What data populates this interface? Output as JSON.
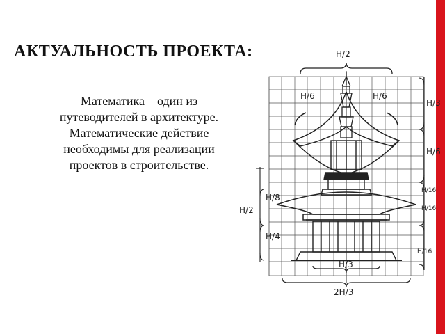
{
  "slide": {
    "title": "АКТУАЛЬНОСТЬ ПРОЕКТА:",
    "body_lines": [
      "Математика –  один из",
      "путеводителей в архитектуре.",
      "Математические действие",
      "необходимы для реализации",
      "проектов в строительстве."
    ],
    "accent_color": "#d9141c"
  },
  "diagram": {
    "labels": {
      "top_half": "H/2",
      "left_sixth": "H/6",
      "right_sixth": "H/6",
      "right_third": "H/3",
      "right_sixth_lower": "H/6",
      "right_sixteenth_a": "H/16",
      "right_sixteenth_b": "H/16",
      "right_sixteenth_c": "H/16",
      "left_eighth": "H/8",
      "left_half": "H/2",
      "left_quarter": "H/4",
      "bottom_third": "H/3",
      "bottom_two_thirds": "2H/3"
    }
  }
}
